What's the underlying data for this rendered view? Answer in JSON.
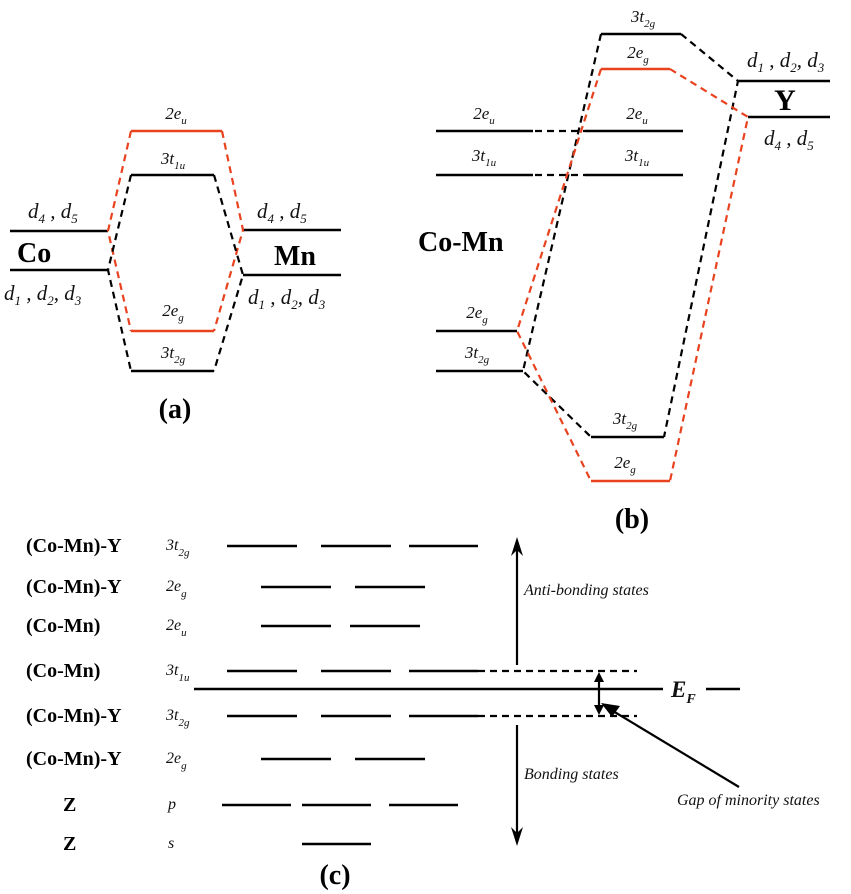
{
  "panel_a": {
    "caption": "(a)",
    "left_atom": "Co",
    "right_atom": "Mn",
    "left_upper": {
      "main": "d",
      "parts": [
        [
          "4"
        ],
        [
          "5"
        ]
      ]
    },
    "left_lower": {
      "parts": [
        [
          "1"
        ],
        [
          "2"
        ],
        [
          "3"
        ]
      ]
    },
    "levels": {
      "2eu": {
        "base": "2e",
        "sub": "u",
        "color": "#e8421f"
      },
      "3t1u": {
        "base": "3t",
        "sub": "1u",
        "color": "#000000"
      },
      "2eg": {
        "base": "2e",
        "sub": "g",
        "color": "#e8421f"
      },
      "3t2g": {
        "base": "3t",
        "sub": "2g",
        "color": "#000000"
      }
    },
    "d45_text": "d4 , d5",
    "d123_text": "d1 , d2, d3"
  },
  "panel_b": {
    "caption": "(b)",
    "left_label": "Co-Mn",
    "right_atom": "Y",
    "left_levels": {
      "2eu": {
        "base": "2e",
        "sub": "u"
      },
      "3t1u": {
        "base": "3t",
        "sub": "1u"
      },
      "2eg": {
        "base": "2e",
        "sub": "g"
      },
      "3t2g": {
        "base": "3t",
        "sub": "2g"
      }
    },
    "mid_levels": {
      "top_3t2g": {
        "base": "3t",
        "sub": "2g",
        "color": "#000000"
      },
      "top_2eg": {
        "base": "2e",
        "sub": "g",
        "color": "#e8421f"
      },
      "2eu": {
        "base": "2e",
        "sub": "u"
      },
      "3t1u": {
        "base": "3t",
        "sub": "1u"
      },
      "bottom_3t2g": {
        "base": "3t",
        "sub": "2g",
        "color": "#000000"
      },
      "bottom_2eg": {
        "base": "2e",
        "sub": "g",
        "color": "#e8421f"
      }
    },
    "y_upper_text": "d1 , d2, d3",
    "y_lower_text": "d4 , d5"
  },
  "panel_c": {
    "caption": "(c)",
    "rows": [
      {
        "group": "(Co-Mn)-Y",
        "orbital_base": "3t",
        "orbital_sub": "2g",
        "count": 3
      },
      {
        "group": "(Co-Mn)-Y",
        "orbital_base": "2e",
        "orbital_sub": "g",
        "count": 2
      },
      {
        "group": "(Co-Mn)",
        "orbital_base": "2e",
        "orbital_sub": "u",
        "count": 2
      },
      {
        "group": "(Co-Mn)",
        "orbital_base": "3t",
        "orbital_sub": "1u",
        "count": 3
      },
      {
        "group": "(Co-Mn)-Y",
        "orbital_base": "3t",
        "orbital_sub": "2g",
        "count": 3
      },
      {
        "group": "(Co-Mn)-Y",
        "orbital_base": "2e",
        "orbital_sub": "g",
        "count": 2
      },
      {
        "group": "Z",
        "orbital_base": "p",
        "orbital_sub": "",
        "count": 3
      },
      {
        "group": "Z",
        "orbital_base": "s",
        "orbital_sub": "",
        "count": 1
      }
    ],
    "fermi_label": "E",
    "fermi_sub": "F",
    "antibonding_label": "Anti-bonding states",
    "bonding_label": "Bonding states",
    "gap_label": "Gap of minority states"
  },
  "colors": {
    "accent_red": "#e8421f",
    "line": "#000000"
  }
}
